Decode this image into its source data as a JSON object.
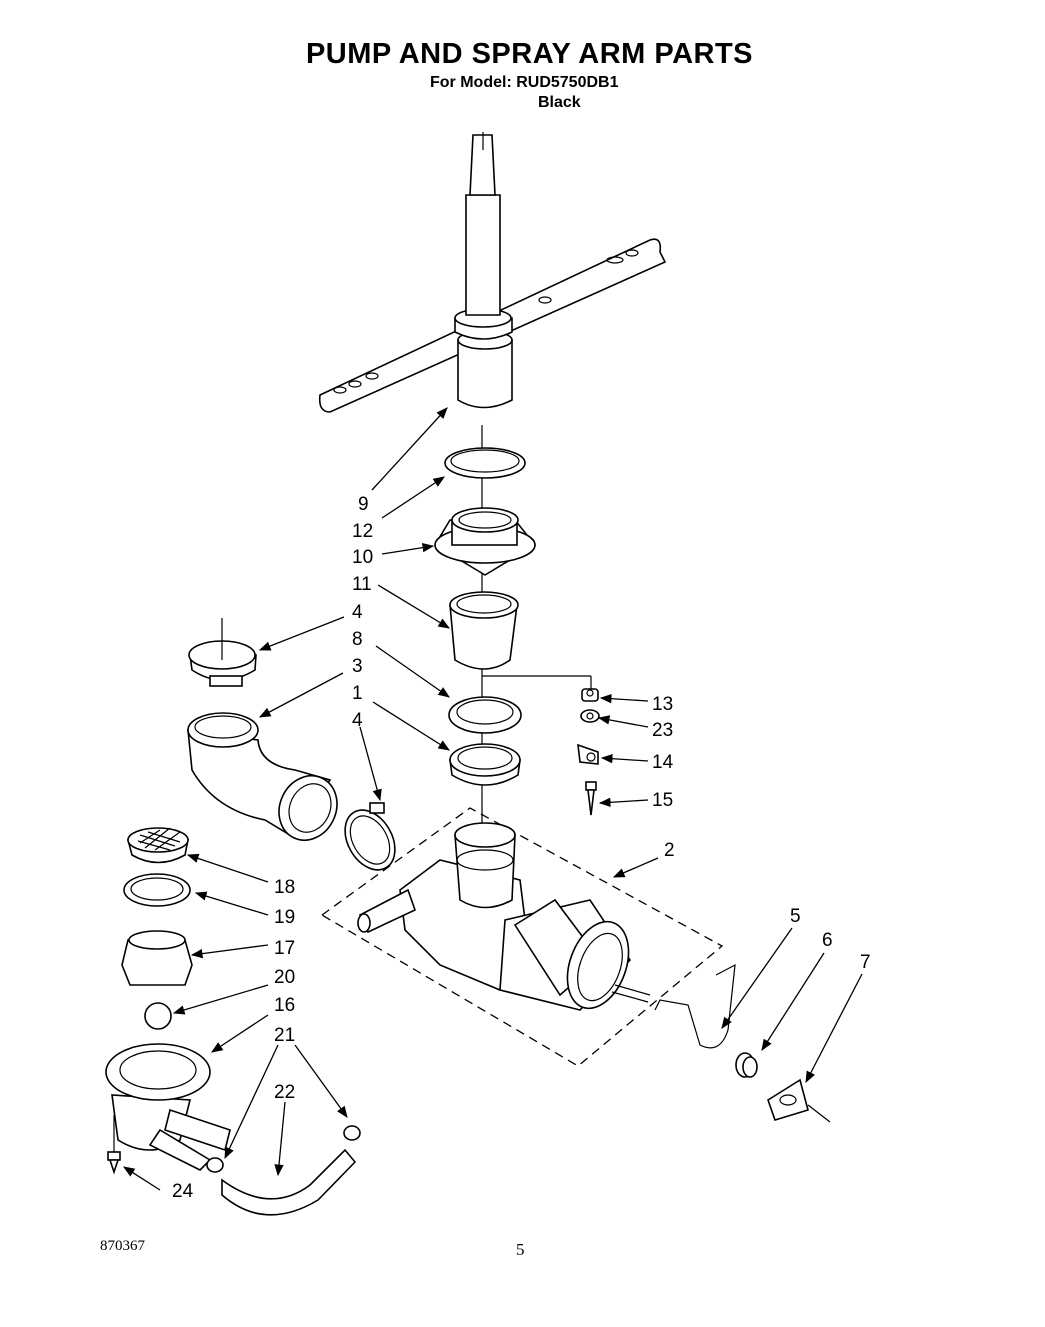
{
  "header": {
    "title": "PUMP AND SPRAY ARM PARTS",
    "model_line": "For Model: RUD5750DB1",
    "color_line": "Black"
  },
  "callouts": [
    "9",
    "12",
    "10",
    "11",
    "4",
    "8",
    "3",
    "1",
    "4",
    "13",
    "23",
    "14",
    "15",
    "2",
    "18",
    "19",
    "17",
    "20",
    "16",
    "21",
    "22",
    "5",
    "6",
    "7",
    "24"
  ],
  "footer": {
    "doc_number": "870367",
    "page_number": "5"
  }
}
